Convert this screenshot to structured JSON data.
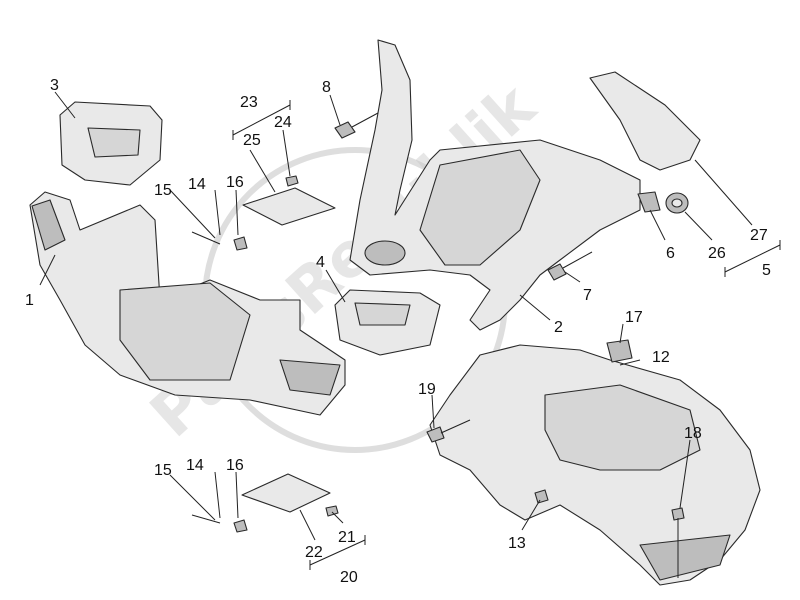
{
  "watermark": {
    "text": "PartsRepublik"
  },
  "callouts": {
    "c1": "1",
    "c2": "2",
    "c3": "3",
    "c4": "4",
    "c5": "5",
    "c6": "6",
    "c7": "7",
    "c8": "8",
    "c12": "12",
    "c13": "13",
    "c14a": "14",
    "c14b": "14",
    "c15a": "15",
    "c15b": "15",
    "c16a": "16",
    "c16b": "16",
    "c17": "17",
    "c18": "18",
    "c19": "19",
    "c20": "20",
    "c21": "21",
    "c22": "22",
    "c23": "23",
    "c24": "24",
    "c25": "25",
    "c26": "26",
    "c27": "27"
  }
}
